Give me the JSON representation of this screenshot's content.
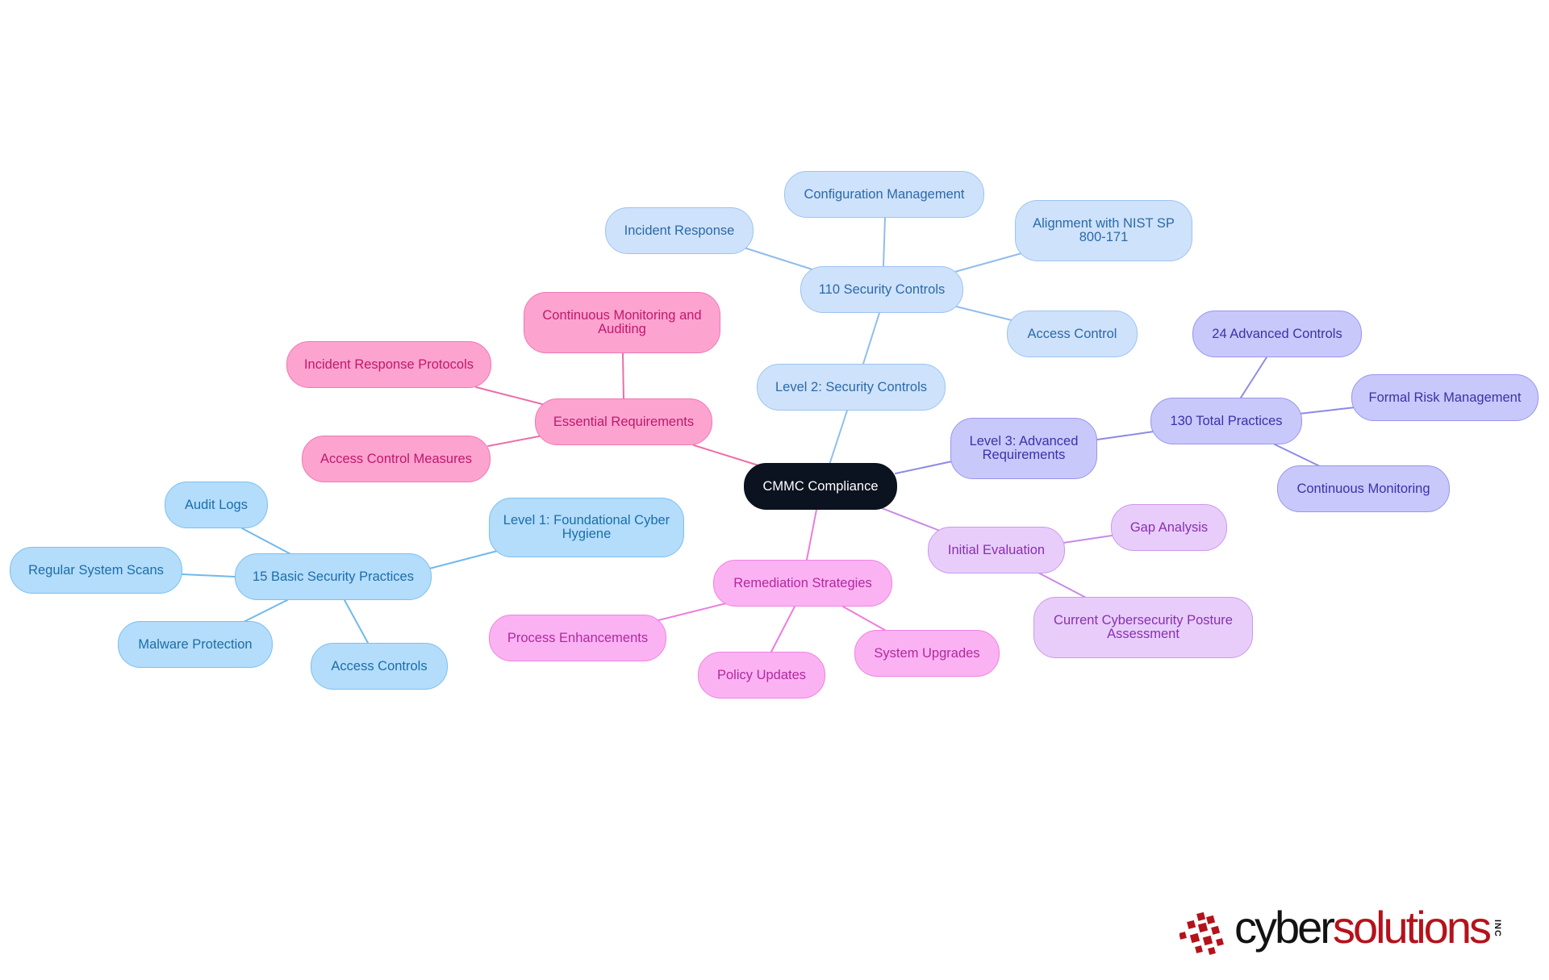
{
  "root": "CMMC Compliance",
  "nodes": {
    "level1": "Level 1: Foundational Cyber Hygiene",
    "basic15": "15 Basic Security Practices",
    "audit_logs": "Audit Logs",
    "regular_scans": "Regular System Scans",
    "malware": "Malware Protection",
    "access_controls": "Access Controls",
    "level2": "Level 2: Security Controls",
    "controls110": "110 Security Controls",
    "incident_response": "Incident Response",
    "config_mgmt": "Configuration Management",
    "nist": "Alignment with NIST SP 800-171",
    "access_control": "Access Control",
    "level3": "Level 3: Advanced Requirements",
    "practices130": "130 Total Practices",
    "advanced24": "24 Advanced Controls",
    "formal_risk": "Formal Risk Management",
    "continuous_monitoring": "Continuous Monitoring",
    "initial_eval": "Initial Evaluation",
    "gap_analysis": "Gap Analysis",
    "posture": "Current Cybersecurity Posture Assessment",
    "remediation": "Remediation Strategies",
    "process_enh": "Process Enhancements",
    "policy_updates": "Policy Updates",
    "system_upgrades": "System Upgrades",
    "essential": "Essential Requirements",
    "cont_mon_audit": "Continuous Monitoring and Auditing",
    "incident_protocols": "Incident Response Protocols",
    "access_measures": "Access Control Measures"
  },
  "branch_colors": {
    "level1": "#6fb9ec",
    "level2": "#90bcec",
    "level3": "#8e8ae6",
    "initial_eval": "#c88ae6",
    "remediation": "#ec7cdc",
    "essential": "#ec6ea8"
  },
  "logo": {
    "word_dark": "cyber",
    "word_red": "solutions",
    "suffix": "INC"
  }
}
